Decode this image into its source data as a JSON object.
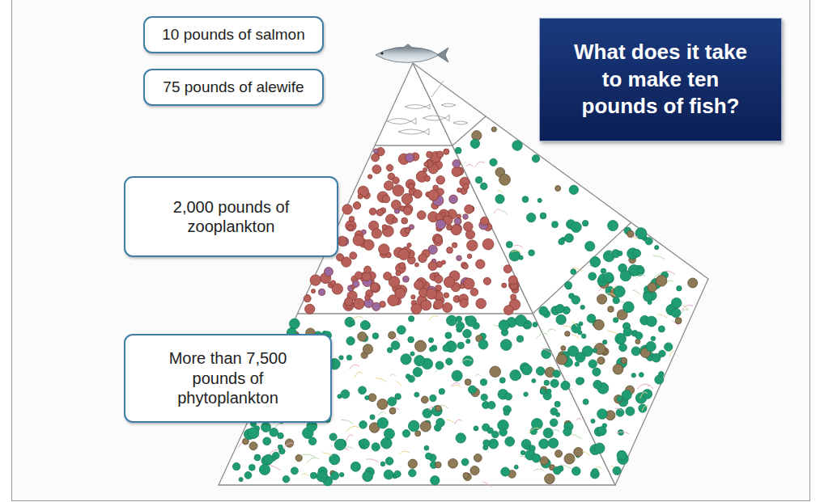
{
  "diagram": {
    "title": "What does it take to make ten pounds of fish?",
    "nodes": [
      {
        "text": [
          "10 pounds of salmon"
        ]
      },
      {
        "text": [
          "75 pounds of alewife"
        ]
      },
      {
        "text": [
          "2,000 pounds of zooplankton"
        ]
      },
      {
        "text": [
          "More than 7,500 pounds of phytoplankton"
        ]
      }
    ]
  }
}
